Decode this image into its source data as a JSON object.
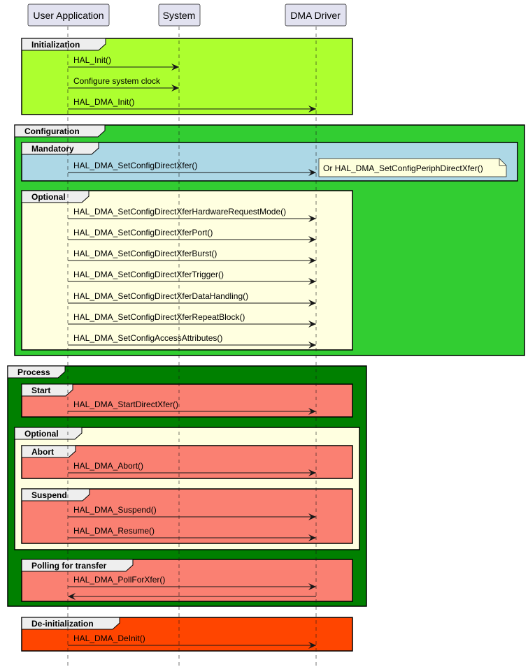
{
  "participants": {
    "user_app": "User Application",
    "system": "System",
    "dma_driver": "DMA Driver"
  },
  "colors": {
    "initialization": "#ADFF2F",
    "configuration": "#32CD32",
    "mandatory": "#ADD8E6",
    "optional": "#FFFFE0",
    "process": "#008000",
    "salmon": "#FA8072",
    "deinit": "#FF4500",
    "participant_box": "#E2E2F0"
  },
  "groups": {
    "initialization": "Initialization",
    "configuration": "Configuration",
    "mandatory": "Mandatory",
    "config_optional": "Optional",
    "process": "Process",
    "start": "Start",
    "process_optional": "Optional",
    "abort": "Abort",
    "suspend": "Suspend",
    "polling": "Polling for transfer",
    "deinit": "De-initialization"
  },
  "messages": {
    "hal_init": "HAL_Init()",
    "configure_clock": "Configure system clock",
    "dma_init": "HAL_DMA_Init()",
    "set_direct_xfer": "HAL_DMA_SetConfigDirectXfer()",
    "hw_request_mode": "HAL_DMA_SetConfigDirectXferHardwareRequestMode()",
    "xfer_port": "HAL_DMA_SetConfigDirectXferPort()",
    "xfer_burst": "HAL_DMA_SetConfigDirectXferBurst()",
    "xfer_trigger": "HAL_DMA_SetConfigDirectXferTrigger()",
    "xfer_data_handling": "HAL_DMA_SetConfigDirectXferDataHandling()",
    "xfer_repeat_block": "HAL_DMA_SetConfigDirectXferRepeatBlock()",
    "access_attributes": "HAL_DMA_SetConfigAccessAttributes()",
    "start_direct_xfer": "HAL_DMA_StartDirectXfer()",
    "abort": "HAL_DMA_Abort()",
    "suspend": "HAL_DMA_Suspend()",
    "resume": "HAL_DMA_Resume()",
    "poll_for_xfer": "HAL_DMA_PollForXfer()",
    "deinit": "HAL_DMA_DeInit()"
  },
  "notes": {
    "periph_direct_xfer": "Or HAL_DMA_SetConfigPeriphDirectXfer()"
  }
}
